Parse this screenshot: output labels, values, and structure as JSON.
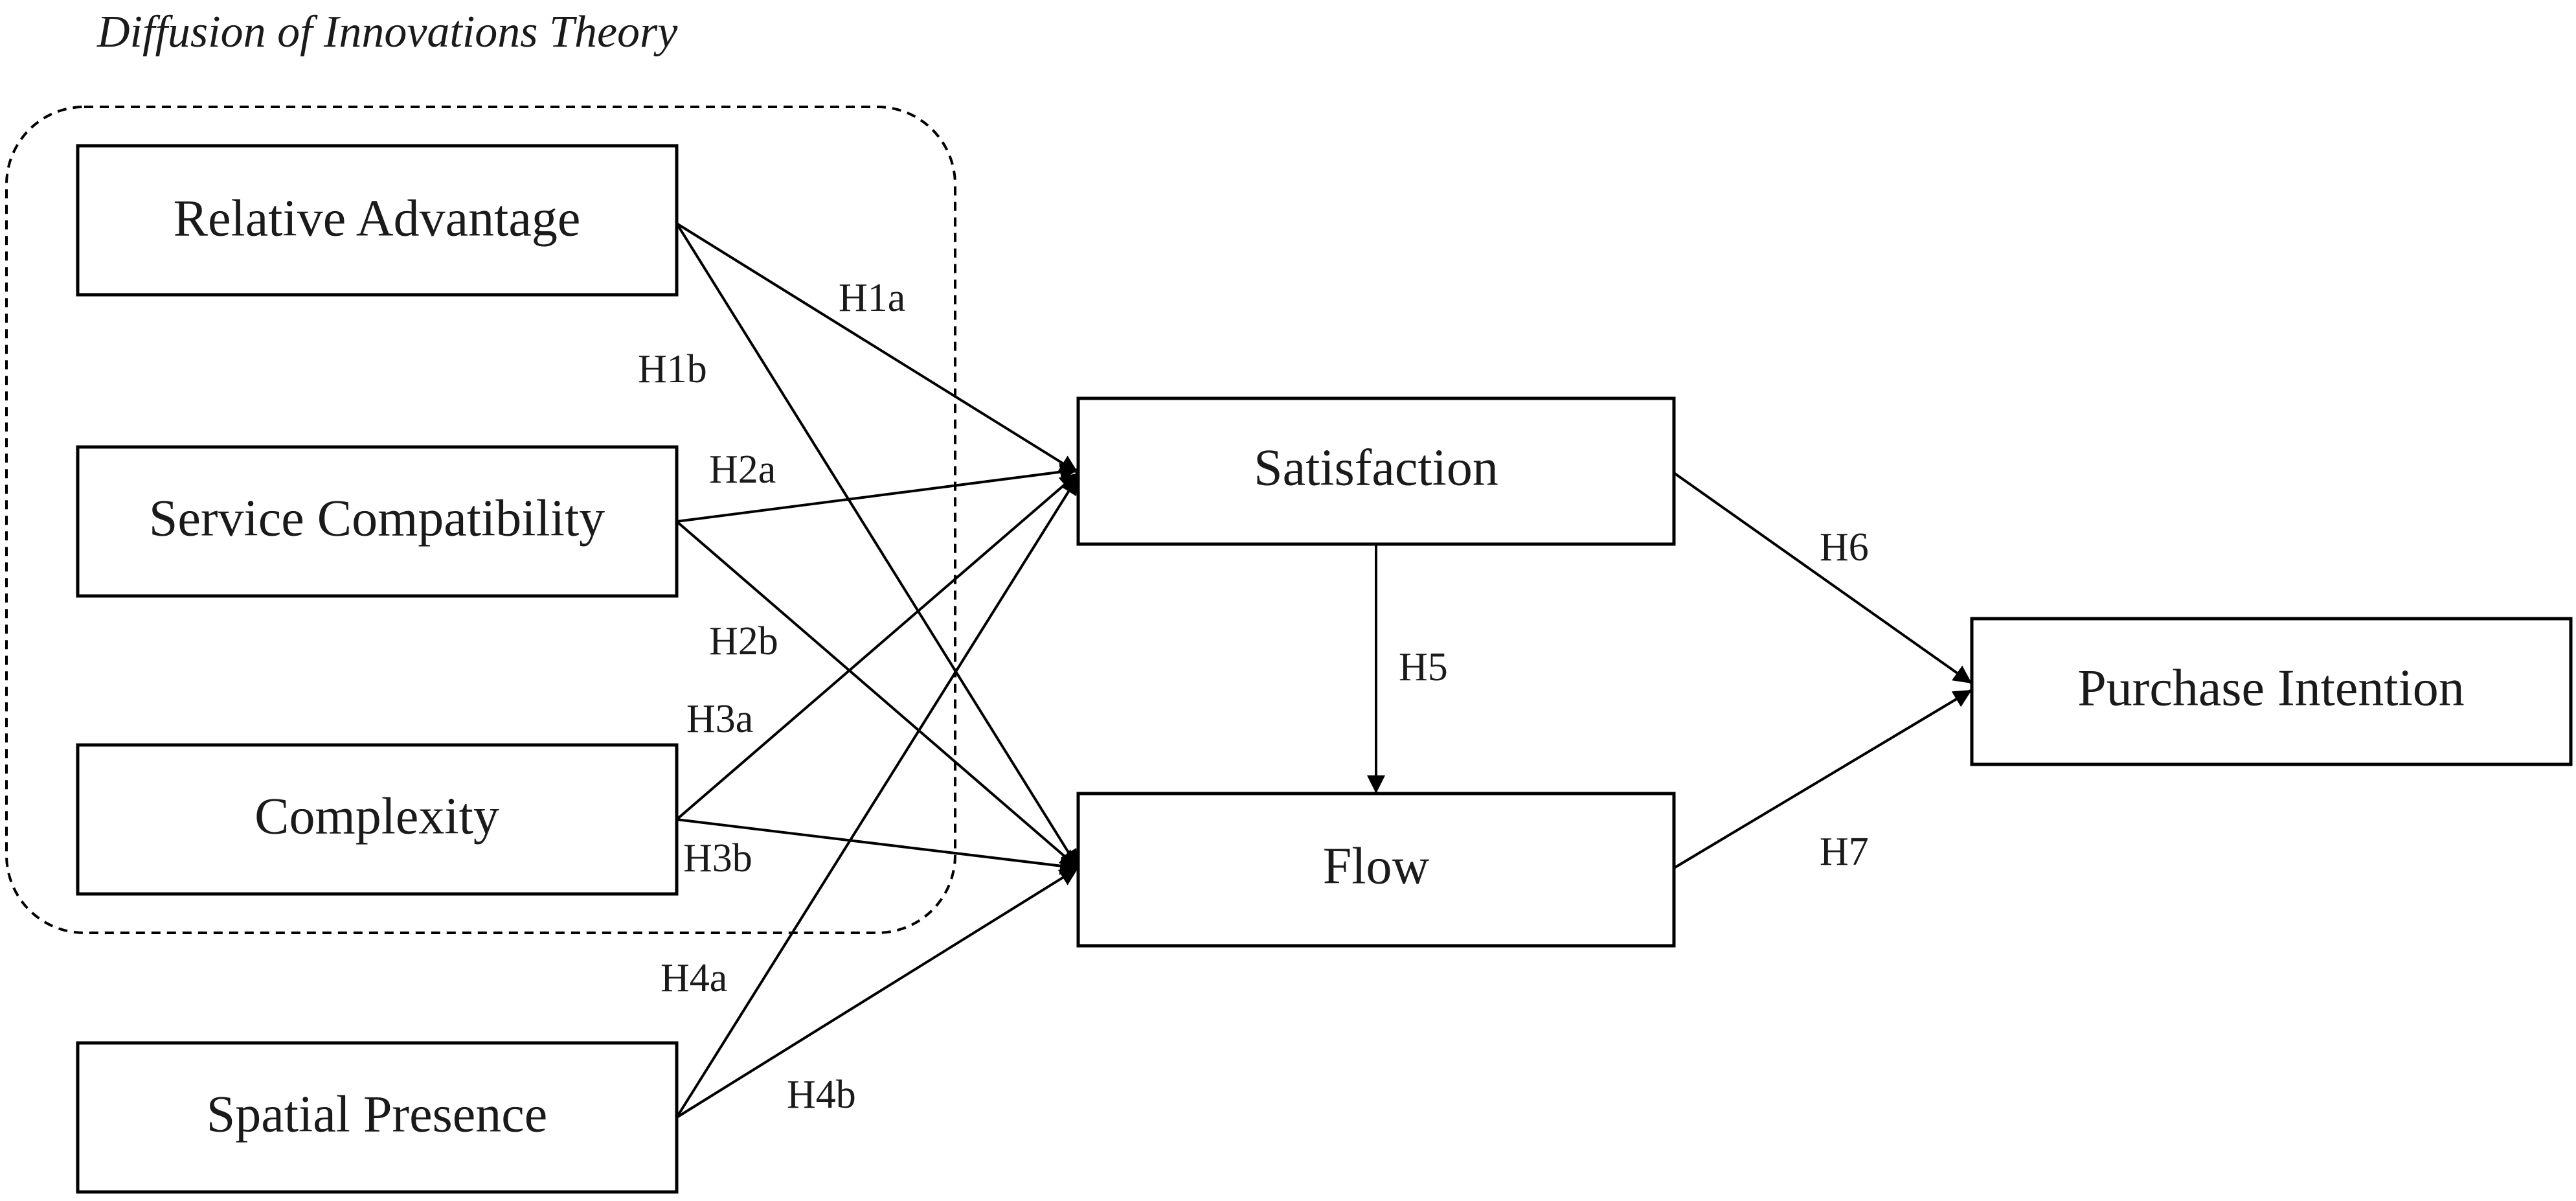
{
  "group": {
    "title": "Diffusion of Innovations Theory"
  },
  "constructs": {
    "relative_advantage": "Relative Advantage",
    "service_compatibility": "Service Compatibility",
    "complexity": "Complexity",
    "spatial_presence": "Spatial Presence",
    "satisfaction": "Satisfaction",
    "flow": "Flow",
    "purchase_intention": "Purchase Intention"
  },
  "hypotheses": {
    "h1a": "H1a",
    "h1b": "H1b",
    "h2a": "H2a",
    "h2b": "H2b",
    "h3a": "H3a",
    "h3b": "H3b",
    "h4a": "H4a",
    "h4b": "H4b",
    "h5": "H5",
    "h6": "H6",
    "h7": "H7"
  },
  "colors": {
    "line": "#000000",
    "text": "#1a1a1a",
    "background": "#ffffff"
  }
}
